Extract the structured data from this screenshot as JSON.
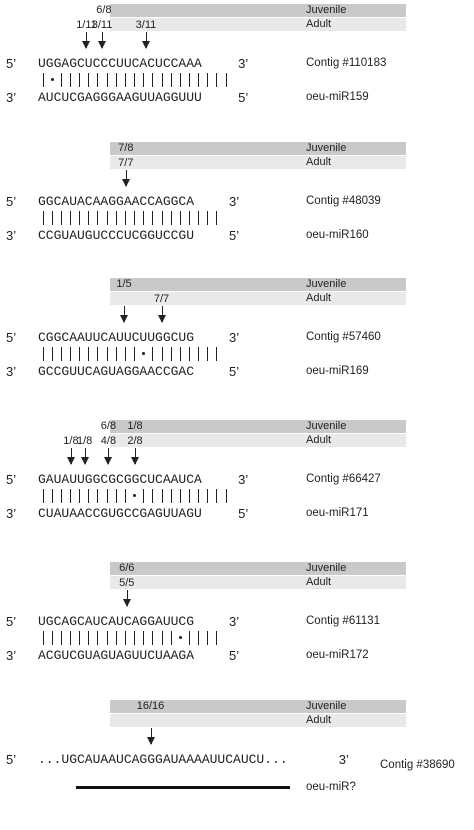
{
  "labels": {
    "juvenile": "Juvenile",
    "adult": "Adult",
    "five_prime": "5’",
    "three_prime": "3’"
  },
  "panels": [
    {
      "contig": "Contig #110183",
      "mirna": "oeu-miR159",
      "top_seq": "UGGAGCUCCCUUCACUCCAAA",
      "bottom_seq": "AUCUCGAGGGAAGUUAGGUUU",
      "pairs": "|.|||||||||||||||||||",
      "juvenile_counts": [
        {
          "text": "6/8",
          "pos": 7.2
        }
      ],
      "adult_counts": [
        {
          "text": "1/11",
          "pos": 5.3
        },
        {
          "text": "3/11",
          "pos": 7.0
        },
        {
          "text": "3/11",
          "pos": 11.8
        }
      ],
      "cleavage_sites": [
        5.3,
        7.0,
        11.8
      ]
    },
    {
      "contig": "Contig #48039",
      "mirna": "oeu-miR160",
      "top_seq": "GGCAUACAAGGAACCAGGCA",
      "bottom_seq": "CCGUAUGUCCCUCGGUCCGU",
      "pairs": "||||||||||||||||||||",
      "juvenile_counts": [
        {
          "text": "7/8",
          "pos": 9.6
        }
      ],
      "adult_counts": [
        {
          "text": "7/7",
          "pos": 9.6
        }
      ],
      "cleavage_sites": [
        9.6
      ]
    },
    {
      "contig": "Contig #57460",
      "mirna": "oeu-miR169",
      "top_seq": "CGGCAAUUCAUUCUUGGCUG",
      "bottom_seq": "GCCGUUCAGUAGGAACCGAC",
      "pairs": "|||||||||||.||||||||",
      "juvenile_counts": [
        {
          "text": "1/5",
          "pos": 9.4
        }
      ],
      "adult_counts": [
        {
          "text": "7/7",
          "pos": 13.5
        }
      ],
      "cleavage_sites": [
        9.4,
        13.5
      ]
    },
    {
      "contig": "Contig #66427",
      "mirna": "oeu-miR171",
      "top_seq": "GAUAUUGGCGCGGCUCAAUCA",
      "bottom_seq": "CUAUAACCGUGCCGAGUUAGU",
      "pairs": "||||||||||.||||||||||",
      "juvenile_counts": [
        {
          "text": "6/8",
          "pos": 7.7
        },
        {
          "text": "1/8",
          "pos": 10.6
        }
      ],
      "adult_counts": [
        {
          "text": "1/8",
          "pos": 3.6
        },
        {
          "text": "1/8",
          "pos": 5.1
        },
        {
          "text": "4/8",
          "pos": 7.7
        },
        {
          "text": "2/8",
          "pos": 10.6
        }
      ],
      "cleavage_sites": [
        3.6,
        5.1,
        7.7,
        10.6
      ]
    },
    {
      "contig": "Contig #61131",
      "mirna": "oeu-miR172",
      "top_seq": "UGCAGCAUCAUCAGGAUUCG",
      "bottom_seq": "ACGUCGUAGUAGUUCUAAGA",
      "pairs": "|||||||||||||||.||||",
      "juvenile_counts": [
        {
          "text": "6/6",
          "pos": 9.7
        }
      ],
      "adult_counts": [
        {
          "text": "5/5",
          "pos": 9.7
        }
      ],
      "cleavage_sites": [
        9.7
      ]
    },
    {
      "contig": "Contig #38690",
      "mirna": "oeu-miR?",
      "top_seq": "...UGCAUAAUCAGGGAUAAAAUUCAUCU...",
      "bottom_seq": "",
      "pairs": "",
      "juvenile_counts": [
        {
          "text": "16/16",
          "pos": 12.3
        }
      ],
      "adult_counts": [],
      "cleavage_sites": [
        12.3
      ]
    }
  ]
}
